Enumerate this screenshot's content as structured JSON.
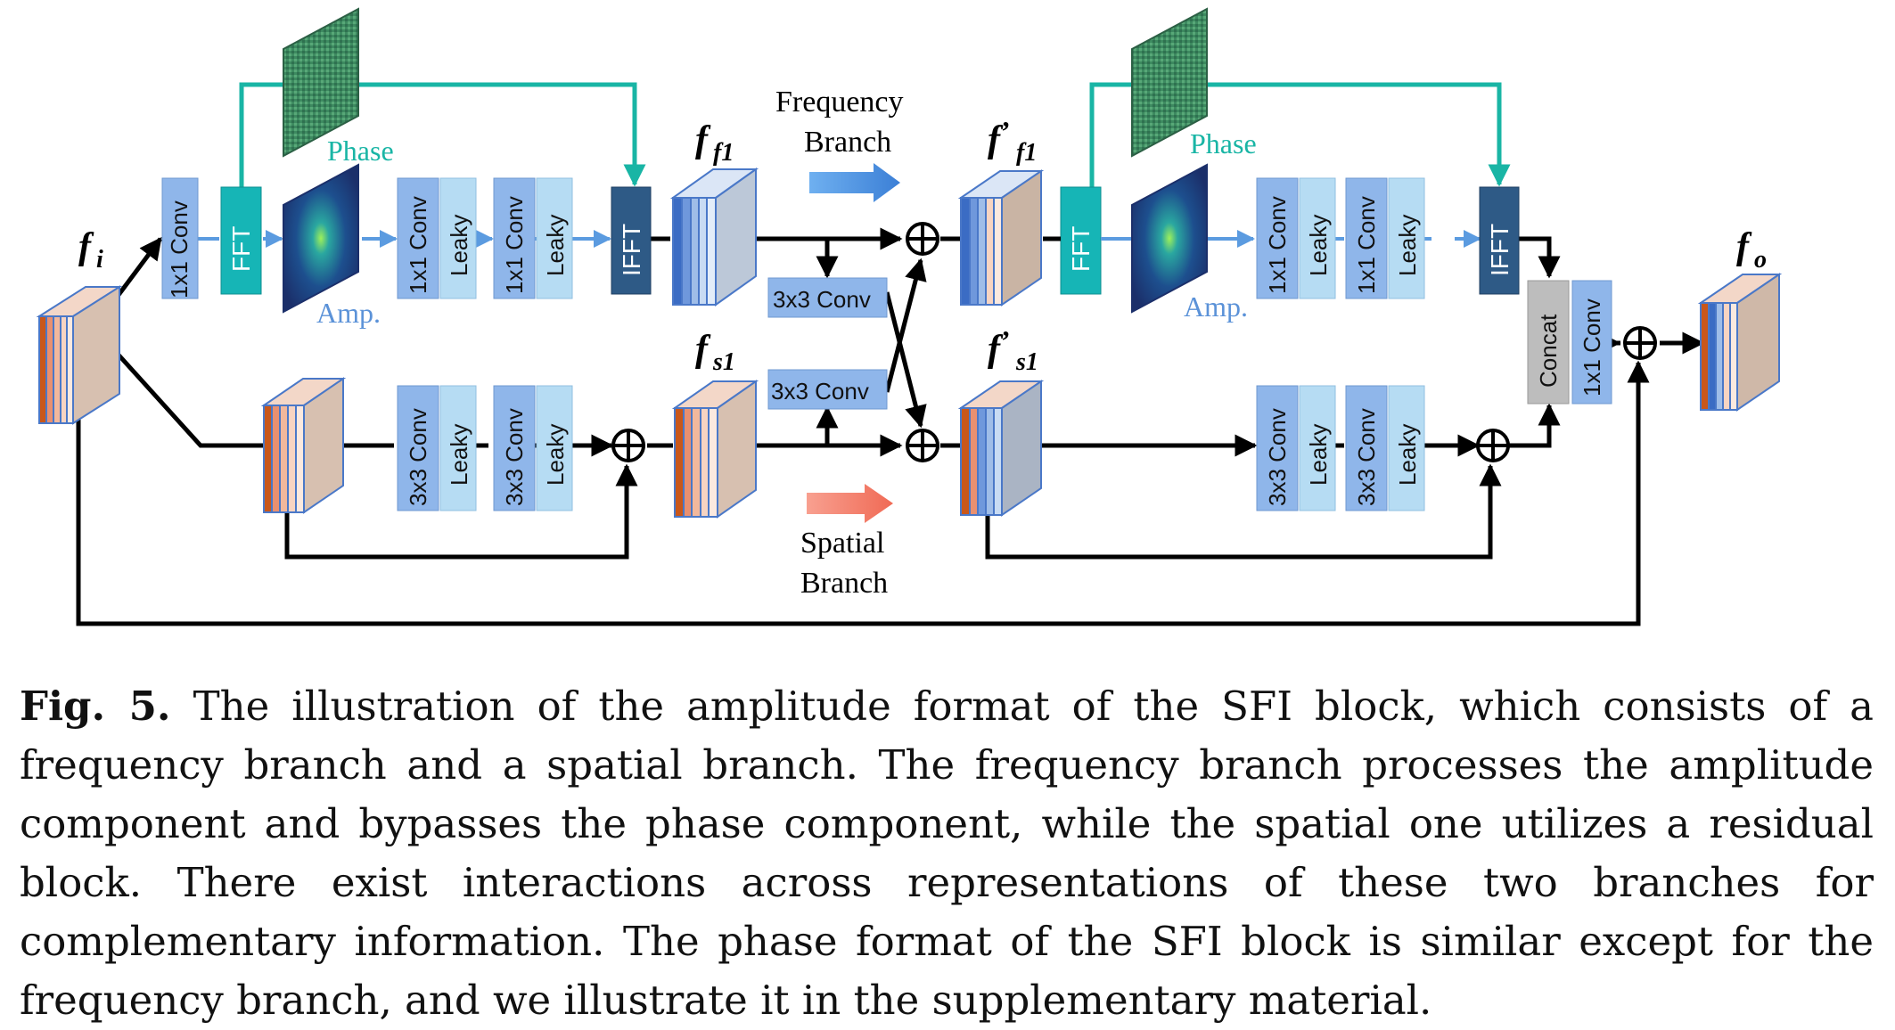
{
  "diagram": {
    "inputs": {
      "f_i": "i",
      "f_o": "o"
    },
    "feature_labels": {
      "ff1_sub": "f1",
      "fs1_sub": "s1",
      "ff1p_prefix": "’",
      "ff1p_sub": "f1",
      "fs1p_prefix": "’",
      "fs1p_sub": "s1"
    },
    "blocks": {
      "conv1x1": "1x1 Conv",
      "fft": "FFT",
      "ifft": "IFFT",
      "leaky": "Leaky",
      "conv3x3": "3x3 Conv",
      "concat": "Concat"
    },
    "texts": {
      "phase": "Phase",
      "amp": "Amp.",
      "frequency_branch_1": "Frequency",
      "frequency_branch_2": "Branch",
      "spatial_branch_1": "Spatial",
      "spatial_branch_2": "Branch"
    },
    "colors": {
      "conv_blue": "#8fb6ea",
      "leaky_blue": "#b6dcf3",
      "fft_teal": "#16b5b6",
      "ifft_navy": "#2e5a86",
      "concat_gray": "#bdbdbd",
      "phase_teal": "#19b5a5",
      "amp_blue": "#5b92d8",
      "arrow_freq": "#4a8be0",
      "arrow_spatial": "#f27e6a"
    }
  },
  "caption": {
    "label": "Fig. 5.",
    "text": "The illustration of the amplitude format of the SFI block, which consists of a frequency branch and a spatial branch. The frequency branch processes the amplitude component and bypasses the phase component, while the spatial one utilizes a residual block. There exist interactions across representations of these two branches for complementary information. The phase format of the SFI block is similar except for the frequency branch, and we illustrate it in the supplementary material."
  }
}
